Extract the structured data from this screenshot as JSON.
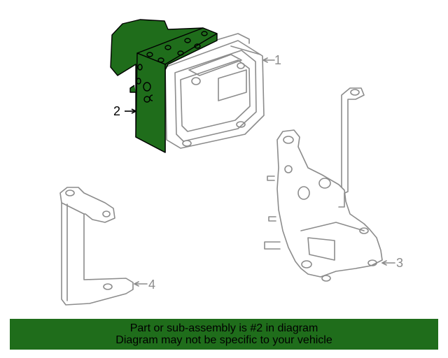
{
  "colors": {
    "highlight_part": "#1f6d1b",
    "outline": "#8c8c8c",
    "banner_bg": "#1f6d1b",
    "banner_text": "#000000"
  },
  "callouts": {
    "part1": "1",
    "part2": "2",
    "part3": "3",
    "part4": "4"
  },
  "banner": {
    "line1": "Part or sub-assembly is #2 in diagram",
    "line2": "Diagram may not be specific to your vehicle"
  }
}
